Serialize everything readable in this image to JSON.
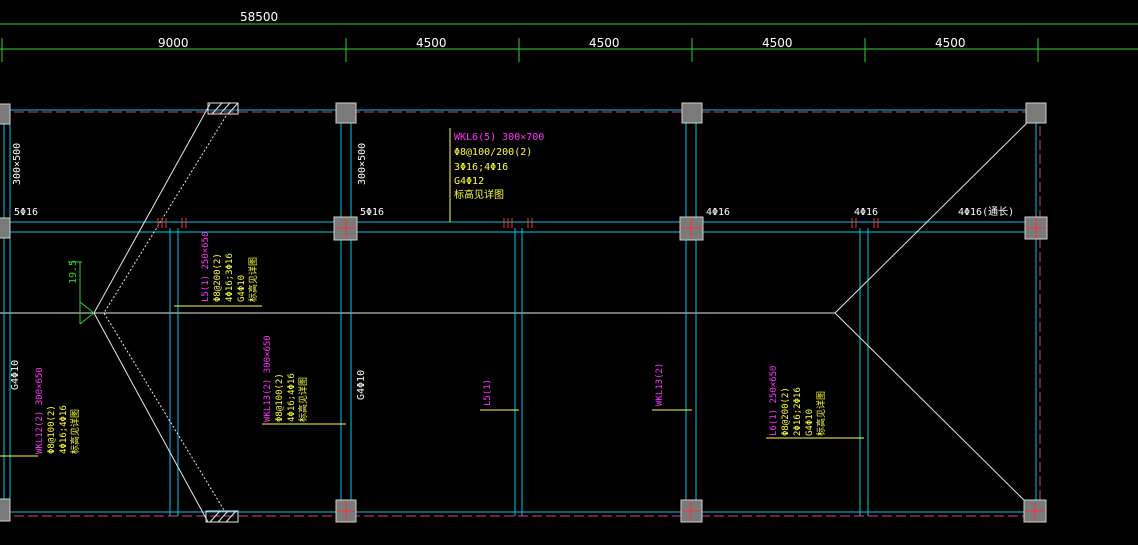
{
  "colors": {
    "background": "#000000",
    "dimension_line": "#2fd12f",
    "beam": "#00c8e6",
    "beam_dash": "#e03c8c",
    "column": "#808080",
    "column_cross": "#ff3030",
    "label_magenta": "#ff33ff",
    "label_yellow": "#ffff40",
    "label_white": "#ffffff",
    "leader": "#ffff40",
    "slope_line": "#e8e8e8"
  },
  "dimensions": {
    "total": "58500",
    "spans": [
      "9000",
      "4500",
      "4500",
      "4500",
      "4500"
    ]
  },
  "reinforcement_tags": {
    "top1": "5Φ16",
    "top2": "5Φ16",
    "top3": "4Φ16",
    "top4": "4Φ16",
    "top5": "4Φ16(通长)"
  },
  "side_tags": {
    "left_300x500": "300×500",
    "mid_300x500": "300×500",
    "left_g4": "G4Φ10",
    "mid_g4": "G4Φ10"
  },
  "elevation_mark": "19.5",
  "beams": {
    "wkl6": {
      "line1": "WKL6(5) 300×700",
      "line2": "Φ8@100/200(2)",
      "line3": "3Φ16;4Φ16",
      "line4": "G4Φ12",
      "line5": "标高见详图"
    },
    "l5_left": {
      "line1": "L5(1) 250×650",
      "line2": "Φ8@200(2)",
      "line3": "4Φ16;3Φ16",
      "line4": "G4Φ10",
      "line5": "标高见详图"
    },
    "wkl12": {
      "line1": "WKL12(2) 300×650",
      "line2": "Φ8@100(2)",
      "line3": "4Φ16;4Φ16",
      "line4": "标高见详图"
    },
    "wkl13_a": {
      "line1": "WKL13(2) 300×650",
      "line2": "Φ8@100(2)",
      "line3": "4Φ16;4Φ16",
      "line4": "标高见详图"
    },
    "l5_mid": {
      "line1": "L5(1)"
    },
    "wkl13_b": {
      "line1": "WKL13(2)"
    },
    "l6": {
      "line1": "L6(1) 250×650",
      "line2": "Φ8@200(2)",
      "line3": "2Φ16;2Φ16",
      "line4": "G4Φ10",
      "line5": "标高见详图"
    }
  }
}
